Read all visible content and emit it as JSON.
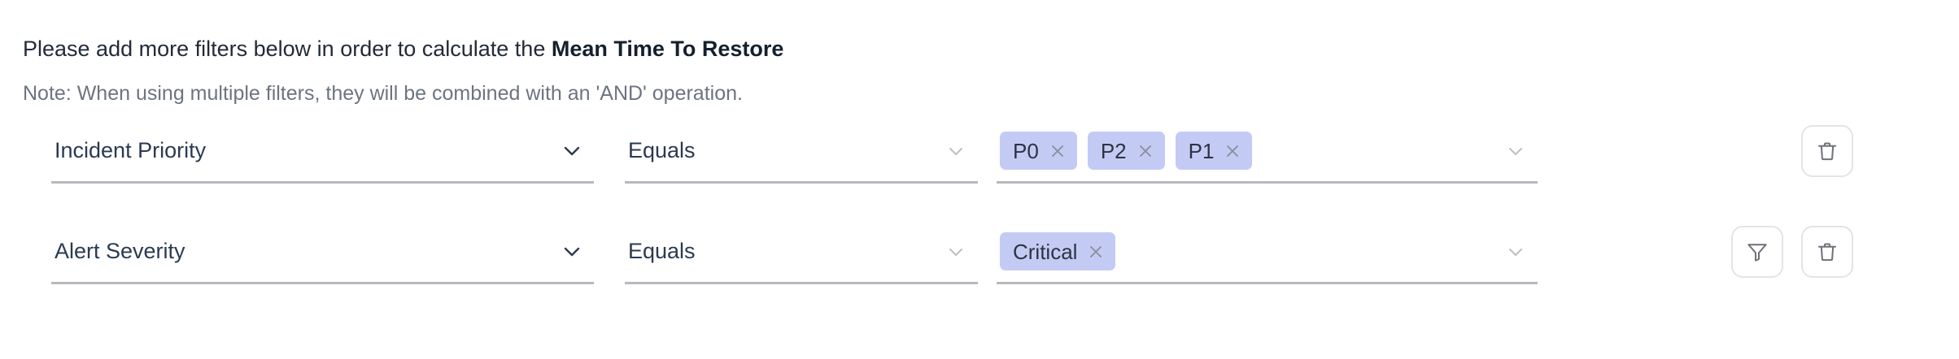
{
  "header": {
    "instruction_prefix": "Please add more filters below in order to calculate the ",
    "instruction_metric": "Mean Time To Restore",
    "note": "Note: When using multiple filters, they will be combined with an 'AND' operation."
  },
  "colors": {
    "tag_background": "#c3cbf5",
    "tag_text": "#2d3340",
    "field_text": "#2b3a52",
    "note_text": "#6d7480",
    "underline": "#b6b9be",
    "button_border": "#e2e4e8",
    "icon_stroke": "#6e7179"
  },
  "filters": [
    {
      "attribute": "Incident Priority",
      "attribute_icon": "chevron-down-icon",
      "operator": "Equals",
      "operator_icon": "chevron-down-icon",
      "values_icon": "chevron-down-icon",
      "values": [
        {
          "label": "P0",
          "remove_icon": "close-icon"
        },
        {
          "label": "P2",
          "remove_icon": "close-icon"
        },
        {
          "label": "P1",
          "remove_icon": "close-icon"
        }
      ],
      "actions": [
        {
          "name": "delete-filter-button",
          "icon": "trash-icon"
        }
      ]
    },
    {
      "attribute": "Alert Severity",
      "attribute_icon": "chevron-down-icon",
      "operator": "Equals",
      "operator_icon": "chevron-down-icon",
      "values_icon": "chevron-down-icon",
      "values": [
        {
          "label": "Critical",
          "remove_icon": "close-icon"
        }
      ],
      "actions": [
        {
          "name": "add-filter-button",
          "icon": "funnel-icon"
        },
        {
          "name": "delete-filter-button",
          "icon": "trash-icon"
        }
      ]
    }
  ]
}
